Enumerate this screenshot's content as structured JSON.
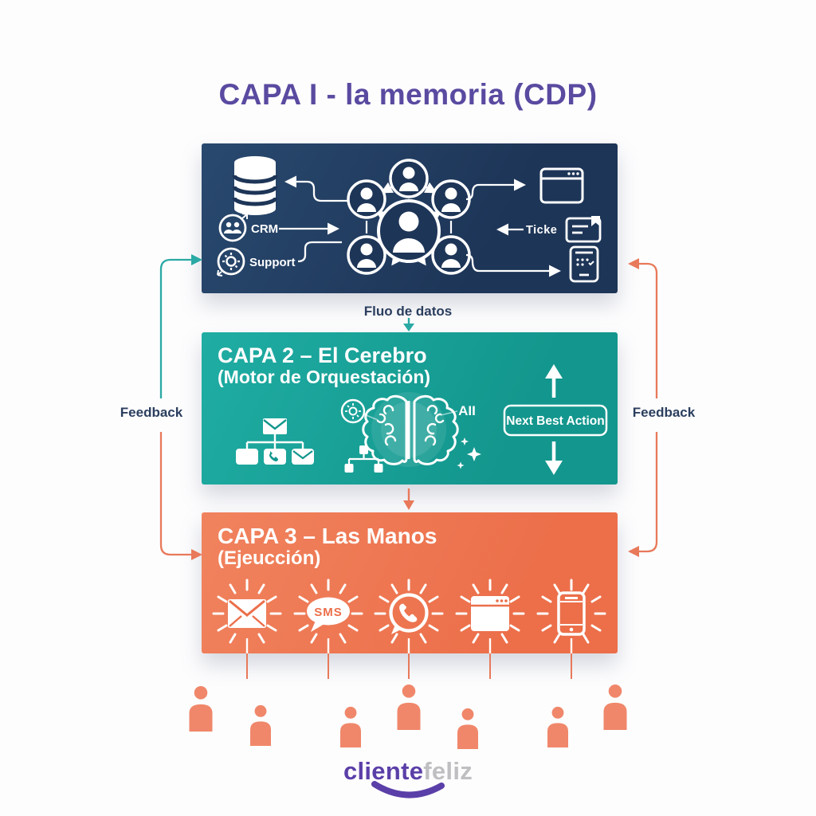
{
  "title": "CAPA I - la memoria (CDP)",
  "colors": {
    "purple": "#5a4aa0",
    "navy": "#1d3557",
    "teal": "#17a79d",
    "orange": "#ee7551",
    "salmon": "#f0876a",
    "text_dark": "#2b3e5e",
    "logo_gray": "#bfbfc2"
  },
  "layer1": {
    "crm_label": "CRM",
    "support_label": "Support",
    "ticket_label": "Ticke",
    "icons": [
      "database-icon",
      "crm-sync-icon",
      "support-sync-icon",
      "customer-network-icon",
      "browser-window-icon",
      "ticket-icon",
      "tablet-checklist-icon"
    ]
  },
  "flow_down_label": "Fluo de datos",
  "layer2": {
    "title": "CAPA 2 – El Cerebro",
    "subtitle": "(Motor de Orquestación)",
    "ai_label": "AII",
    "next_best_action_label": "Next Best Action",
    "icons": [
      "journey-flow-icon",
      "gear-circle-icon",
      "brain-icon",
      "mini-flowchart-icon",
      "sparkles-icon",
      "arrow-up-icon",
      "arrow-down-icon"
    ]
  },
  "layer3": {
    "title": "CAPA 3 – Las Manos",
    "subtitle": "(Ejeucción)",
    "sms_label": "SMS",
    "channels": [
      "email",
      "sms",
      "whatsapp",
      "web",
      "mobile"
    ]
  },
  "feedback": {
    "left_label": "Feedback",
    "right_label": "Feedback"
  },
  "audience": {
    "person_count": 7
  },
  "logo": {
    "text_primary": "cliente",
    "text_secondary": "feliz"
  }
}
